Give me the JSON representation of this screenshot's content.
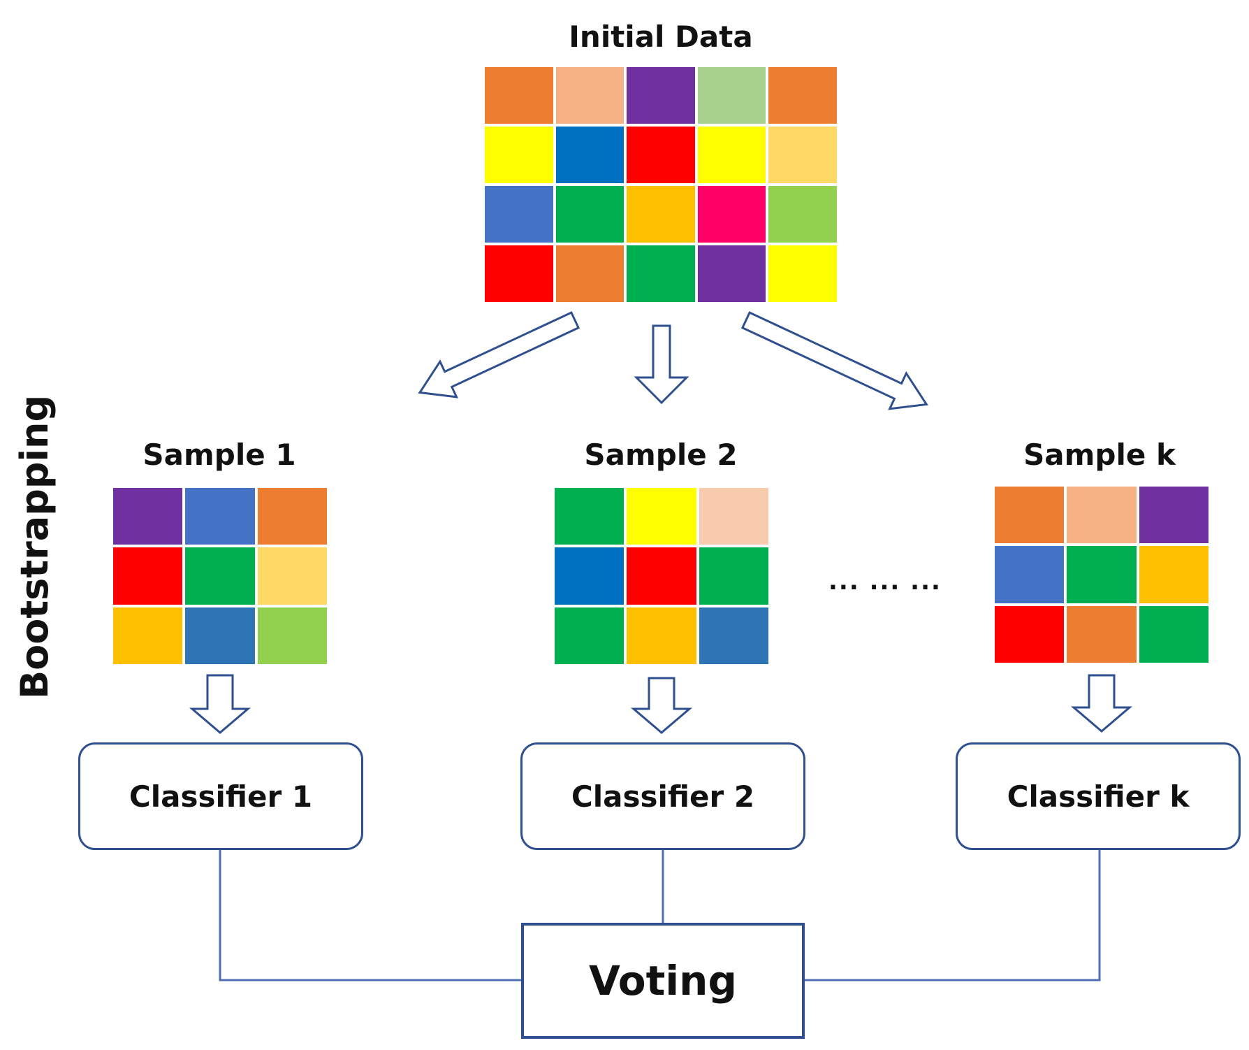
{
  "side_label": "Bootstrapping",
  "initial": {
    "title": "Initial Data",
    "cols": 5,
    "colors": [
      "#ed7d31",
      "#f4b183",
      "#7030a0",
      "#a9d18e",
      "#ed7d31",
      "#ffff00",
      "#0070c0",
      "#ff0000",
      "#ffff00",
      "#ffd966",
      "#4472c4",
      "#00b050",
      "#ffc000",
      "#ff0066",
      "#92d050",
      "#ff0000",
      "#ed7d31",
      "#00b050",
      "#7030a0",
      "#ffff00"
    ]
  },
  "samples": [
    {
      "title": "Sample 1",
      "cols": 3,
      "colors": [
        "#7030a0",
        "#4472c4",
        "#ed7d31",
        "#ff0000",
        "#00b050",
        "#ffd966",
        "#ffc000",
        "#2e75b6",
        "#92d050"
      ]
    },
    {
      "title": "Sample 2",
      "cols": 3,
      "colors": [
        "#00b050",
        "#ffff00",
        "#f8cbad",
        "#0070c0",
        "#ff0000",
        "#00b050",
        "#00b050",
        "#ffc000",
        "#2e75b6"
      ]
    },
    {
      "title": "Sample k",
      "cols": 3,
      "colors": [
        "#ed7d31",
        "#f4b183",
        "#7030a0",
        "#4472c4",
        "#00b050",
        "#ffc000",
        "#ff0000",
        "#ed7d31",
        "#00b050"
      ]
    }
  ],
  "ellipsis": "... ... ...",
  "classifiers": [
    "Classifier 1",
    "Classifier 2",
    "Classifier k"
  ],
  "voting": "Voting",
  "line_color": "#2f4f8f"
}
